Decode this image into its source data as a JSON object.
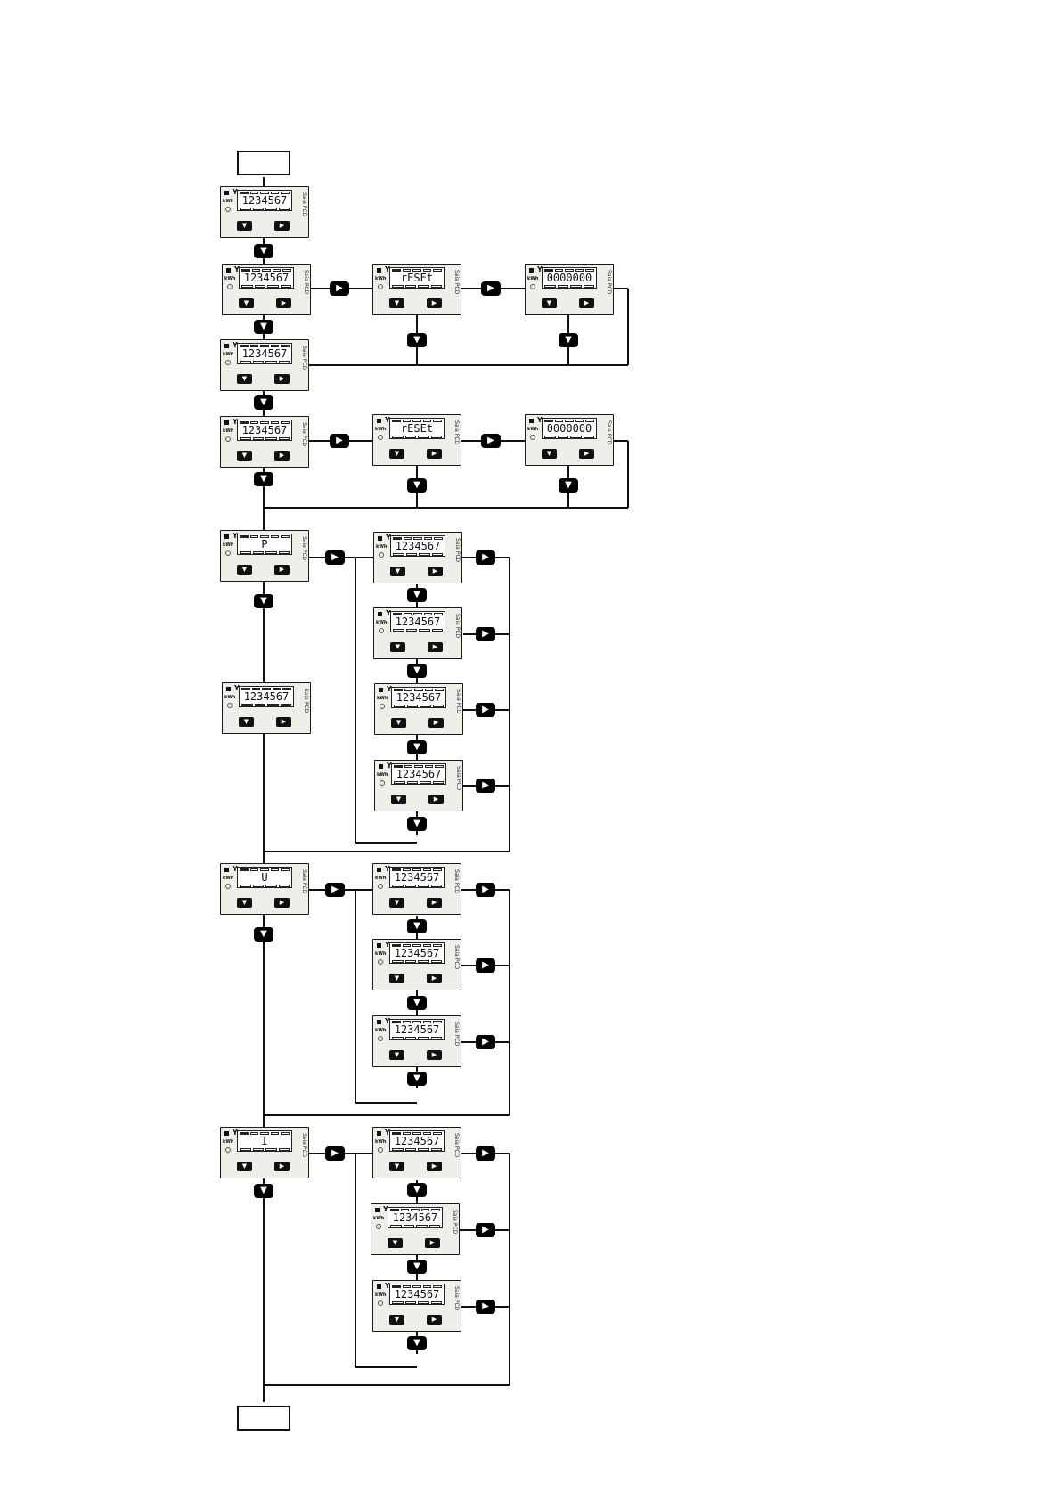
{
  "icons": {
    "down_key": "triangle-down-icon",
    "right_key": "triangle-right-icon"
  },
  "colors": {
    "line": "#111111",
    "device_face": "#f0eee8",
    "key_fill": "#000000"
  },
  "symbols": {
    "down_glyph": "▼",
    "right_glyph": "▶",
    "phase_symbol": "Y",
    "unit_label": "kWh",
    "brand": "Saia PCD"
  },
  "devices": [
    {
      "id": "d1",
      "display": "1234567"
    },
    {
      "id": "d2",
      "display": "1234567"
    },
    {
      "id": "d2b",
      "display": "rESEt"
    },
    {
      "id": "d2c",
      "display": "0000000"
    },
    {
      "id": "d3",
      "display": "1234567"
    },
    {
      "id": "d4",
      "display": "1234567"
    },
    {
      "id": "d4b",
      "display": "rESEt"
    },
    {
      "id": "d4c",
      "display": "0000000"
    },
    {
      "id": "d5",
      "display": "P"
    },
    {
      "id": "d5a",
      "display": "1234567"
    },
    {
      "id": "d5b",
      "display": "1234567"
    },
    {
      "id": "d5c",
      "display": "1234567"
    },
    {
      "id": "d5d",
      "display": "1234567"
    },
    {
      "id": "d6",
      "display": "1234567"
    },
    {
      "id": "d7",
      "display": "U"
    },
    {
      "id": "d7a",
      "display": "1234567"
    },
    {
      "id": "d7b",
      "display": "1234567"
    },
    {
      "id": "d7c",
      "display": "1234567"
    },
    {
      "id": "d8",
      "display": "I"
    },
    {
      "id": "d8a",
      "display": "1234567"
    },
    {
      "id": "d8b",
      "display": "1234567"
    },
    {
      "id": "d8c",
      "display": "1234567"
    }
  ]
}
